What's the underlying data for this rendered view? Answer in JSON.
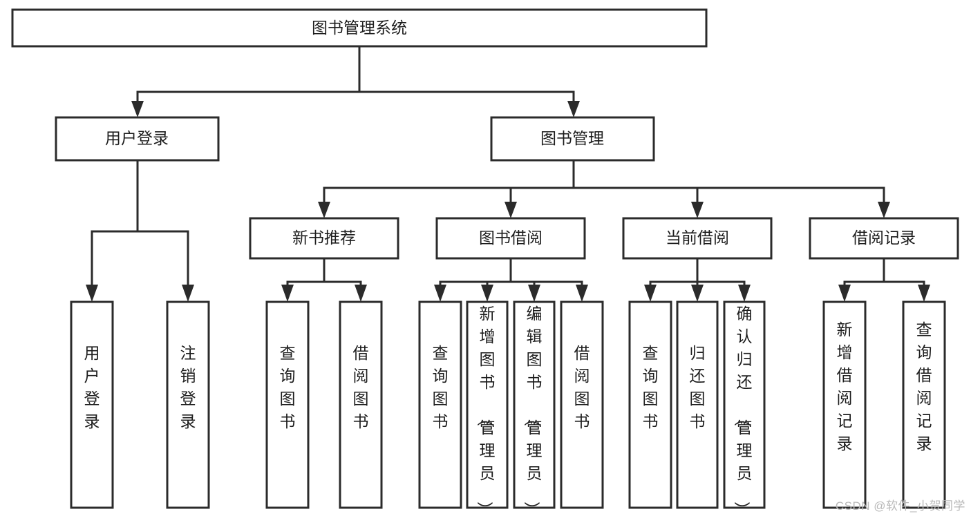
{
  "diagram": {
    "type": "tree-hierarchy",
    "title": "图书管理系统",
    "orientation": "top-down",
    "colors": {
      "box_stroke": "#2b2b2b",
      "box_fill": "#ffffff",
      "edge": "#2b2b2b",
      "text": "#1d1d1d",
      "watermark": "#b9b9b9",
      "background": "#ffffff"
    },
    "levels": [
      {
        "level": 1,
        "nodes": [
          {
            "id": "root",
            "label": "图书管理系统",
            "orientation": "horizontal"
          }
        ]
      },
      {
        "level": 2,
        "nodes": [
          {
            "id": "login",
            "label": "用户登录",
            "orientation": "horizontal",
            "parent": "root"
          },
          {
            "id": "bookmgmt",
            "label": "图书管理",
            "orientation": "horizontal",
            "parent": "root"
          }
        ]
      },
      {
        "level": 3,
        "nodes": [
          {
            "id": "newbook",
            "label": "新书推荐",
            "orientation": "horizontal",
            "parent": "bookmgmt"
          },
          {
            "id": "borrow",
            "label": "图书借阅",
            "orientation": "horizontal",
            "parent": "bookmgmt"
          },
          {
            "id": "current",
            "label": "当前借阅",
            "orientation": "horizontal",
            "parent": "bookmgmt"
          },
          {
            "id": "record",
            "label": "借阅记录",
            "orientation": "horizontal",
            "parent": "bookmgmt"
          }
        ]
      },
      {
        "level": 4,
        "nodes": [
          {
            "id": "leaf-1",
            "label": "用户登录",
            "orientation": "vertical",
            "parent": "login"
          },
          {
            "id": "leaf-2",
            "label": "注销登录",
            "orientation": "vertical",
            "parent": "login"
          },
          {
            "id": "leaf-3",
            "label": "查询图书",
            "orientation": "vertical",
            "parent": "newbook"
          },
          {
            "id": "leaf-4",
            "label": "借阅图书",
            "orientation": "vertical",
            "parent": "newbook"
          },
          {
            "id": "leaf-5",
            "label": "查询图书",
            "orientation": "vertical",
            "parent": "borrow"
          },
          {
            "id": "leaf-6",
            "label": "新增图书（管理员）",
            "orientation": "vertical",
            "parent": "borrow"
          },
          {
            "id": "leaf-7",
            "label": "编辑图书（管理员）",
            "orientation": "vertical",
            "parent": "borrow"
          },
          {
            "id": "leaf-8",
            "label": "借阅图书",
            "orientation": "vertical",
            "parent": "borrow"
          },
          {
            "id": "leaf-9",
            "label": "查询图书",
            "orientation": "vertical",
            "parent": "current"
          },
          {
            "id": "leaf-10",
            "label": "归还图书",
            "orientation": "vertical",
            "parent": "current"
          },
          {
            "id": "leaf-11",
            "label": "确认归还（管理员）",
            "orientation": "vertical",
            "parent": "current"
          },
          {
            "id": "leaf-12",
            "label": "新增借阅记录",
            "orientation": "vertical",
            "parent": "record"
          },
          {
            "id": "leaf-13",
            "label": "查询借阅记录",
            "orientation": "vertical",
            "parent": "record"
          }
        ]
      }
    ]
  },
  "watermark": {
    "text": "CSDN @软件_小贺同学"
  }
}
